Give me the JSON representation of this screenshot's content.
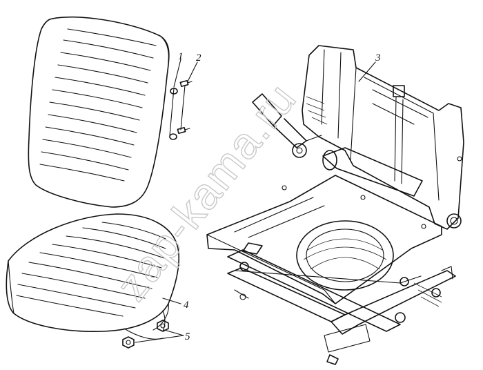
{
  "callouts": {
    "c1": "1",
    "c2": "2",
    "c3": "3",
    "c4": "4",
    "c5": "5"
  },
  "watermark": "zap-kama.ru"
}
